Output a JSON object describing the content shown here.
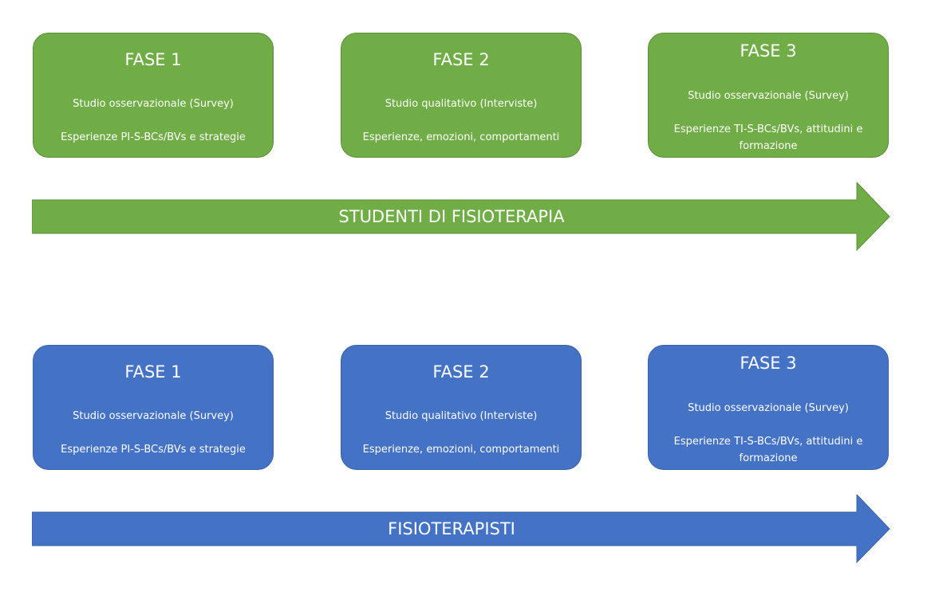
{
  "colors": {
    "green": "#70ad47",
    "blue": "#4472c4",
    "text": "#ffffff"
  },
  "rows": [
    {
      "color": "green",
      "phases": [
        {
          "title": "FASE 1",
          "subtitle": "Studio osservazionale (Survey)",
          "description": "Esperienze PI-S-BCs/BVs e strategie"
        },
        {
          "title": "FASE 2",
          "subtitle": "Studio qualitativo (Interviste)",
          "description": "Esperienze, emozioni, comportamenti"
        },
        {
          "title": "FASE 3",
          "subtitle": "Studio osservazionale (Survey)",
          "description": "Esperienze TI-S-BCs/BVs, attitudini e formazione"
        }
      ],
      "arrow_label": "STUDENTI DI FISIOTERAPIA"
    },
    {
      "color": "blue",
      "phases": [
        {
          "title": "FASE 1",
          "subtitle": "Studio osservazionale (Survey)",
          "description": "Esperienze PI-S-BCs/BVs e strategie"
        },
        {
          "title": "FASE 2",
          "subtitle": "Studio qualitativo (Interviste)",
          "description": "Esperienze, emozioni, comportamenti"
        },
        {
          "title": "FASE 3",
          "subtitle": "Studio osservazionale (Survey)",
          "description": "Esperienze TI-S-BCs/BVs, attitudini e formazione"
        }
      ],
      "arrow_label": "FISIOTERAPISTI"
    }
  ]
}
